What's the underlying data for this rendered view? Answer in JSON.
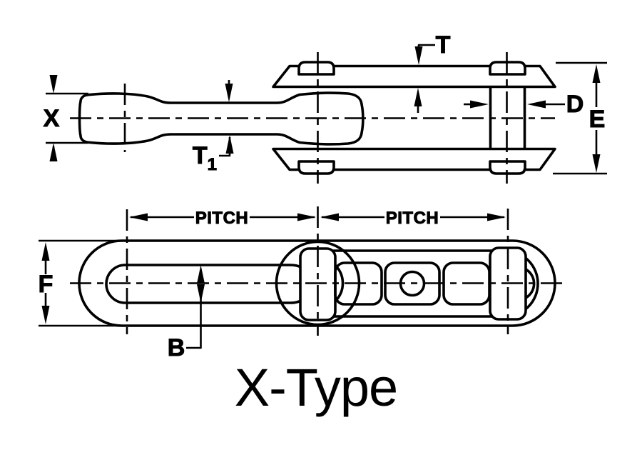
{
  "title": "X-Type",
  "colors": {
    "line": "#000000",
    "background": "#ffffff"
  },
  "top_view": {
    "dims": {
      "x": "X",
      "t": "T",
      "t1_main": "T",
      "t1_sub": "1",
      "d": "D",
      "e": "E"
    }
  },
  "bottom_view": {
    "dims": {
      "f": "F",
      "b": "B",
      "pitch_left": "PITCH",
      "pitch_right": "PITCH"
    }
  }
}
